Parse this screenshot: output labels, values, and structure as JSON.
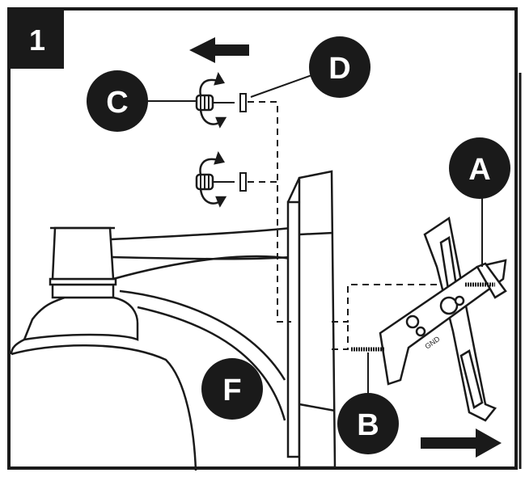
{
  "step_number": "1",
  "callouts": {
    "a": "A",
    "b": "B",
    "c": "C",
    "d": "D",
    "f": "F"
  },
  "bracket_marking": "GND",
  "colors": {
    "ink": "#1a1a1a",
    "paper": "#ffffff"
  },
  "icons": [
    "arrow-left-icon",
    "arrow-right-icon",
    "rotate-icon"
  ]
}
